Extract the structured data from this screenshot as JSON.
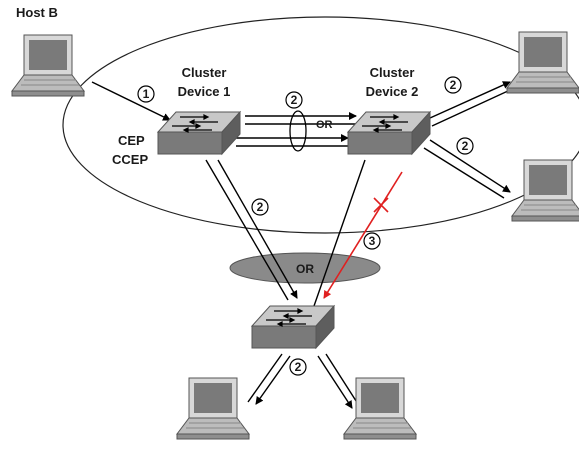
{
  "labels": {
    "host_b": "Host B",
    "cluster_device_1_line1": "Cluster",
    "cluster_device_1_line2": "Device 1",
    "cluster_device_2_line1": "Cluster",
    "cluster_device_2_line2": "Device 2",
    "cep": "CEP",
    "ccep": "CCEP",
    "or_top": "OR",
    "or_bottom": "OR"
  },
  "step_markers": {
    "s1": "1",
    "s2_top": "2",
    "s2_right_top": "2",
    "s2_right_bottom": "2",
    "s2_left_down": "2",
    "s2_bottom": "2",
    "s3": "3"
  },
  "colors": {
    "failure_path": "#e02020",
    "or_ellipse": "#8a8a8a",
    "device_body": "#7a7a7a",
    "device_top": "#c8c8c8"
  },
  "icons": {
    "hosts": "laptop-computer-icon",
    "switches": "network-switch-icon",
    "failure": "x-mark-icon"
  }
}
